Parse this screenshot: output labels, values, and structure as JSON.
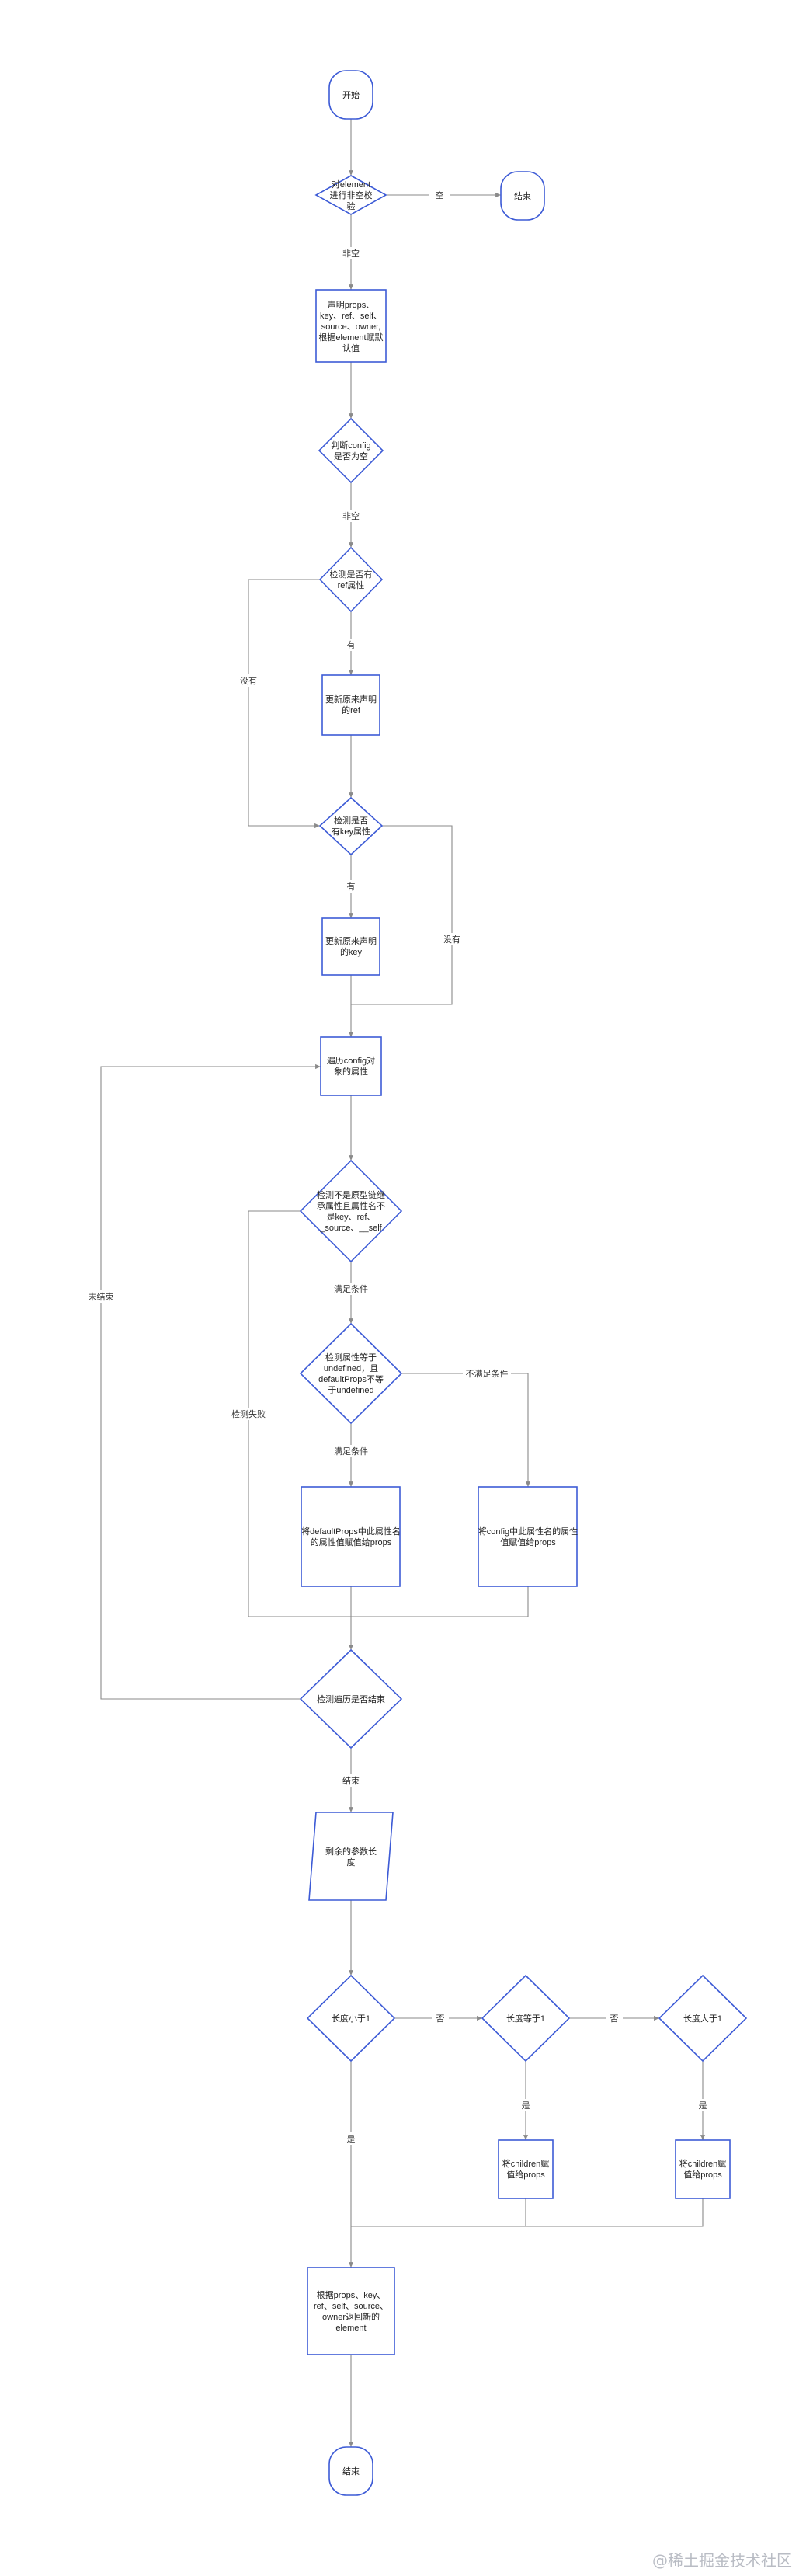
{
  "colors": {
    "node_border": "#3d5bd6",
    "edge": "#8a8a8a",
    "text": "#222222",
    "background": "#ffffff"
  },
  "nodes": {
    "start": [
      "开始"
    ],
    "check_empty": [
      "对element",
      "进行非空校",
      "验"
    ],
    "end_top": [
      "结束"
    ],
    "declare": [
      "声明props、",
      "key、ref、self、",
      "source、owner,",
      "根据element赋默",
      "认值"
    ],
    "config_empty": [
      "判断config",
      "是否为空"
    ],
    "has_ref": [
      "检测是否有",
      "ref属性"
    ],
    "update_ref": [
      "更新原来声明",
      "的ref"
    ],
    "has_key": [
      "检测是否",
      "有key属性"
    ],
    "update_key": [
      "更新原来声明",
      "的key"
    ],
    "iterate": [
      "遍历config对",
      "象的属性"
    ],
    "check_inherit": [
      "检测不是原型链继",
      "承属性且属性名不",
      "是key、ref、",
      "_source、__self"
    ],
    "check_undef": [
      "检测属性等于",
      "undefined，且",
      "defaultProps不等",
      "于undefined"
    ],
    "assign_default": [
      "将defaultProps中此属性名",
      "的属性值赋值给props"
    ],
    "assign_config": [
      "将config中此属性名的属性",
      "值赋值给props"
    ],
    "iter_done": [
      "检测遍历是否结束"
    ],
    "rest_len": [
      "剩余的参数长",
      "度"
    ],
    "len_lt1": [
      "长度小于1"
    ],
    "len_eq1": [
      "长度等于1"
    ],
    "len_gt1": [
      "长度大于1"
    ],
    "children_a": [
      "将children赋",
      "值给props"
    ],
    "children_b": [
      "将children赋",
      "值给props"
    ],
    "return_el": [
      "根据props、key、",
      "ref、self、source、",
      "owner返回新的",
      "element"
    ],
    "end_bottom": [
      "结束"
    ]
  },
  "edge_labels": {
    "empty": "空",
    "not_empty_1": "非空",
    "not_empty_2": "非空",
    "has_1": "有",
    "none_1": "没有",
    "has_2": "有",
    "none_2": "没有",
    "satisfied_1": "满足条件",
    "satisfied_2": "满足条件",
    "not_satisfied": "不满足条件",
    "check_failed": "检测失败",
    "not_finished": "未结束",
    "finished": "结束",
    "no_1": "否",
    "no_2": "否",
    "yes_1": "是",
    "yes_2": "是",
    "yes_3": "是"
  },
  "watermark": "@稀土掘金技术社区"
}
